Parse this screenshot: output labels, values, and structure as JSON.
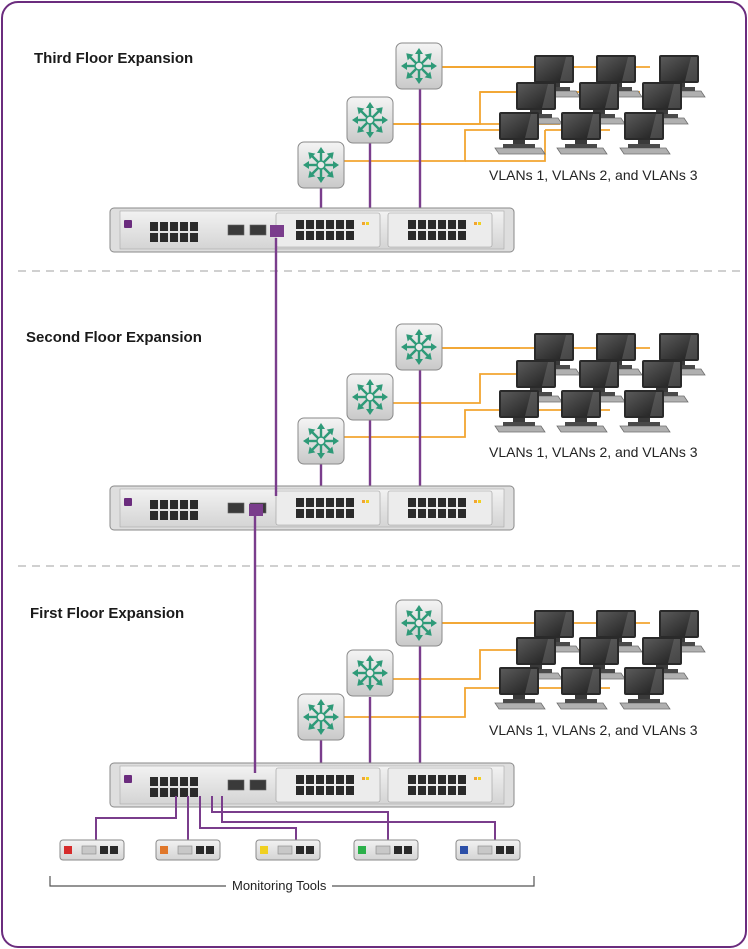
{
  "floors": [
    {
      "title": "Third Floor Expansion",
      "vlan_caption": "VLANs 1, VLANs 2, and VLANs 3"
    },
    {
      "title": "Second Floor Expansion",
      "vlan_caption": "VLANs 1, VLANs 2, and VLANs 3"
    },
    {
      "title": "First Floor Expansion",
      "vlan_caption": "VLANs 1, VLANs 2, and VLANs 3"
    }
  ],
  "monitoring": {
    "caption": "Monitoring Tools",
    "tool_colors": [
      "#d62b2b",
      "#e0772a",
      "#f0d020",
      "#2bb04a",
      "#2c4fa8"
    ]
  },
  "colors": {
    "frame_border": "#6b2c7e",
    "trunk_link": "#7a3d8c",
    "lan_link": "#f2a531",
    "divider": "#b5b5b5",
    "switch_icon": "#2e9a78"
  },
  "icons": {
    "switch": "l3-switch-icon",
    "computer": "computer-icon",
    "appliance": "network-appliance-icon",
    "tool": "monitoring-tool-icon"
  }
}
